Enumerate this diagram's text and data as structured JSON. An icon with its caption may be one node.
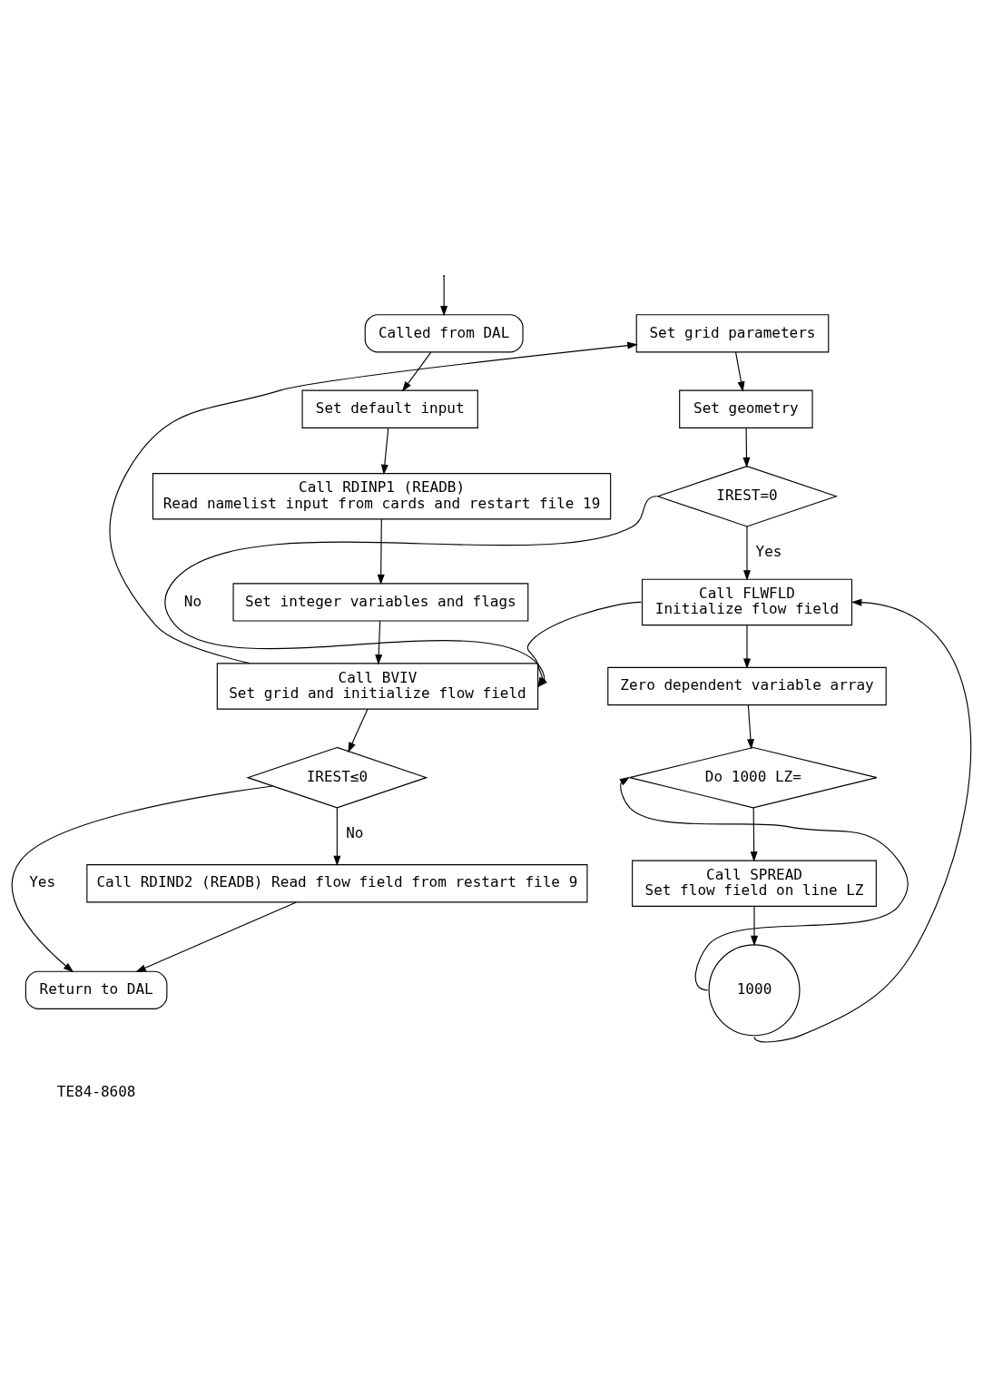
{
  "diagram": {
    "nodes": [
      {
        "text": [
          "Called from DAL"
        ]
      },
      {
        "text": [
          "Set default input"
        ]
      },
      {
        "text": [
          "Call RDINP1 (READB)",
          "Read namelist input from cards and restart file 19"
        ]
      },
      {
        "text": [
          "Set integer variables and flags"
        ]
      },
      {
        "text": [
          "Call BVIV",
          "Set grid and initialize flow field"
        ]
      },
      {
        "text": [
          "IREST≤0"
        ]
      },
      {
        "text": [
          "Call RDIND2 (READB) Read flow field from restart file 9"
        ]
      },
      {
        "text": [
          "Return to DAL"
        ]
      },
      {
        "text": [
          "Set grid parameters"
        ]
      },
      {
        "text": [
          "Set geometry"
        ]
      },
      {
        "text": [
          "IREST=0"
        ]
      },
      {
        "text": [
          "Call FLWFLD",
          "Initialize flow field"
        ]
      },
      {
        "text": [
          "Zero dependent variable array"
        ]
      },
      {
        "text": [
          "Do 1000 LZ="
        ]
      },
      {
        "text": [
          "Call SPREAD",
          "Set flow field on line LZ"
        ]
      },
      {
        "text": [
          "1000"
        ]
      }
    ],
    "edges": [
      {
        "from": null,
        "to": 0,
        "arrow": "to"
      },
      {
        "from": 0,
        "to": 1,
        "arrow": "to"
      },
      {
        "from": 1,
        "to": 2,
        "arrow": "to"
      },
      {
        "from": 2,
        "to": 3,
        "arrow": "to"
      },
      {
        "from": 3,
        "to": 4,
        "arrow": "to"
      },
      {
        "from": 4,
        "to": 8,
        "arrow": "to"
      },
      {
        "from": 4,
        "to": 5,
        "arrow": "to"
      },
      {
        "from": 5,
        "to": 6,
        "label": "No",
        "arrow": "to"
      },
      {
        "from": 5,
        "to": 7,
        "label": "Yes",
        "arrow": "to"
      },
      {
        "from": 6,
        "to": 7,
        "arrow": "to"
      },
      {
        "from": 8,
        "to": 9,
        "arrow": "to"
      },
      {
        "from": 9,
        "to": 10,
        "arrow": "to"
      },
      {
        "from": 10,
        "to": 11,
        "label": "Yes",
        "arrow": "to"
      },
      {
        "from": 10,
        "to": 4,
        "label": "No",
        "arrow": "to"
      },
      {
        "from": 11,
        "to": 4,
        "arrow": "to"
      },
      {
        "from": 11,
        "to": 12,
        "arrow": "to"
      },
      {
        "from": 12,
        "to": 13,
        "arrow": "to"
      },
      {
        "from": 13,
        "to": 14,
        "arrow": "to"
      },
      {
        "from": 14,
        "to": 15,
        "arrow": "to"
      },
      {
        "from": 15,
        "to": 13,
        "arrow": "to"
      },
      {
        "from": 15,
        "to": 11,
        "arrow": "to"
      }
    ],
    "labels": [
      "TE84-8608"
    ]
  }
}
